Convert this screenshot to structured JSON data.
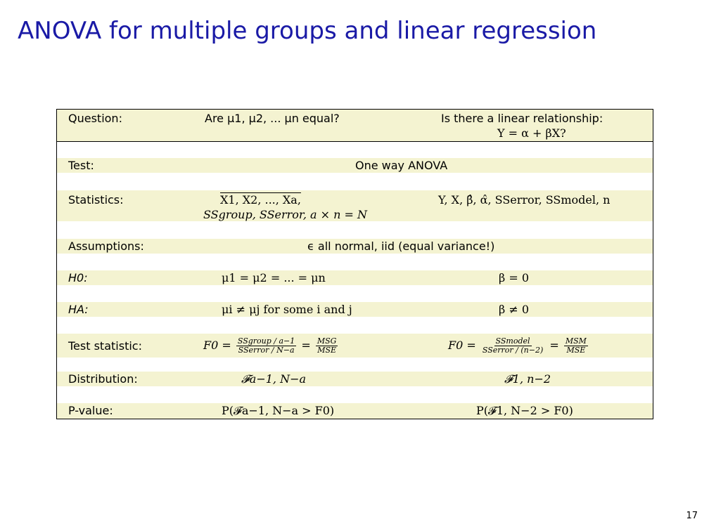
{
  "title": "ANOVA for multiple groups and linear regression",
  "page_number": "17",
  "rows": [
    {
      "label": "Question:",
      "anova": "Are μ1, μ2, ... μn equal?",
      "regression_line1": "Is there a linear relationship:",
      "regression_line2": "Y = α + βX?"
    },
    {
      "label": "Test:",
      "both": "One way ANOVA"
    },
    {
      "label": "Statistics:",
      "anova_line1": "X1, X2, ..., Xa,",
      "anova_line2": "SSgroup, SSerror, a × n = N",
      "regression": "Y, X, β̂, α̂, SSerror, SSmodel, n"
    },
    {
      "label": "Assumptions:",
      "both": "ϵ all normal, iid (equal variance!)"
    },
    {
      "label": "H0:",
      "anova": "μ1 = μ2 = ... = μn",
      "regression": "β = 0"
    },
    {
      "label": "HA:",
      "anova": "μi ≠ μj for some i and j",
      "regression": "β ≠ 0"
    },
    {
      "label": "Test statistic:",
      "anova_prefix": "F0 =",
      "anova_num": "SSgroup / a−1",
      "anova_den": "SSerror / N−a",
      "anova_eq": "=",
      "anova_num2": "MSG",
      "anova_den2": "MSE",
      "reg_prefix": "F0 =",
      "reg_num": "SSmodel",
      "reg_den": "SSerror / (n−2)",
      "reg_eq": "=",
      "reg_num2": "MSM",
      "reg_den2": "MSE"
    },
    {
      "label": "Distribution:",
      "anova": "𝓕a−1, N−a",
      "regression": "𝓕1, n−2"
    },
    {
      "label": "P-value:",
      "anova": "P(𝓕a−1, N−a > F0)",
      "regression": "P(𝓕1, N−2 > F0)"
    }
  ]
}
